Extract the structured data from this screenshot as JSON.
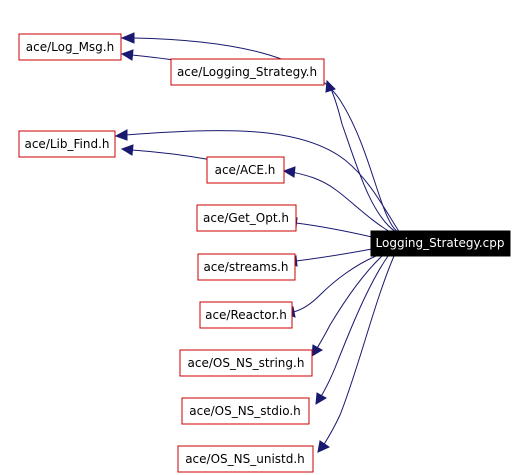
{
  "diagram": {
    "root": "Logging_Strategy.cpp",
    "nodes": {
      "log_msg": "ace/Log_Msg.h",
      "logging_strategy": "ace/Logging_Strategy.h",
      "lib_find": "ace/Lib_Find.h",
      "ace": "ace/ACE.h",
      "get_opt": "ace/Get_Opt.h",
      "streams": "ace/streams.h",
      "reactor": "ace/Reactor.h",
      "os_ns_string": "ace/OS_NS_string.h",
      "os_ns_stdio": "ace/OS_NS_stdio.h",
      "os_ns_unistd": "ace/OS_NS_unistd.h"
    },
    "edges": [
      {
        "from": "root",
        "to": "log_msg"
      },
      {
        "from": "root",
        "to": "logging_strategy"
      },
      {
        "from": "root",
        "to": "lib_find"
      },
      {
        "from": "root",
        "to": "ace"
      },
      {
        "from": "root",
        "to": "get_opt"
      },
      {
        "from": "root",
        "to": "streams"
      },
      {
        "from": "root",
        "to": "reactor"
      },
      {
        "from": "root",
        "to": "os_ns_string"
      },
      {
        "from": "root",
        "to": "os_ns_stdio"
      },
      {
        "from": "root",
        "to": "os_ns_unistd"
      },
      {
        "from": "logging_strategy",
        "to": "log_msg"
      },
      {
        "from": "ace",
        "to": "lib_find"
      }
    ],
    "colors": {
      "node_border": "#cc0000",
      "edge": "#191970",
      "root_fill": "#000000",
      "root_text": "#ffffff"
    }
  }
}
